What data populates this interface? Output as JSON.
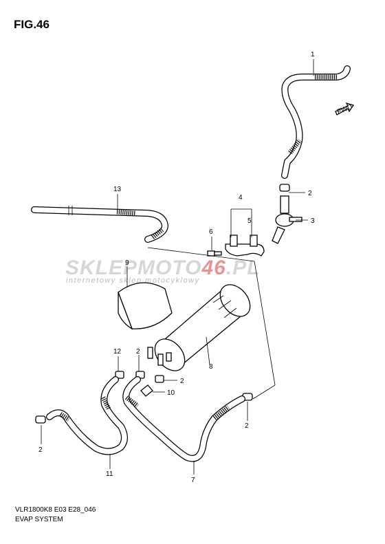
{
  "figure": {
    "title": "FIG.46",
    "model_code": "VLR1800K8 E03 E28_046",
    "system_name": "EVAP SYSTEM"
  },
  "watermark": {
    "brand_prefix": "SKLEPMOTO",
    "brand_number": "46",
    "brand_suffix": ".PL",
    "tagline": "internetowy sklep motocyklowy"
  },
  "fwd_label": "FWD",
  "parts": {
    "p1": "1",
    "p2a": "2",
    "p3": "3",
    "p4": "4",
    "p5": "5",
    "p6": "6",
    "p13": "13",
    "p9": "9",
    "p8": "8",
    "p12": "12",
    "p2b": "2",
    "p2c": "2",
    "p10": "10",
    "p2d": "2",
    "p2e": "2",
    "p11": "11",
    "p7": "7"
  },
  "colors": {
    "line": "#000000",
    "watermark_grey": "#cccccc",
    "watermark_red": "#e07a7a"
  }
}
